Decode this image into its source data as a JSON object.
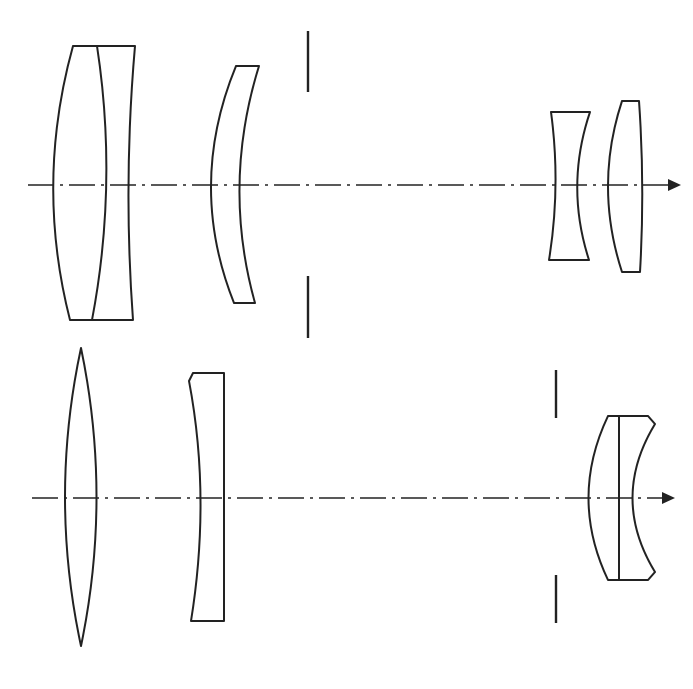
{
  "diagram": {
    "colors": {
      "line": "#222222",
      "background": "#ffffff"
    },
    "systems": [
      {
        "name": "upper-lens-system",
        "elements": [
          "cemented-doublet",
          "meniscus",
          "aperture-stop",
          "negative-lens",
          "positive-meniscus"
        ]
      },
      {
        "name": "lower-lens-system",
        "elements": [
          "biconvex-lens",
          "plano-concave-lens",
          "aperture-stop",
          "cemented-doublet"
        ]
      }
    ]
  }
}
